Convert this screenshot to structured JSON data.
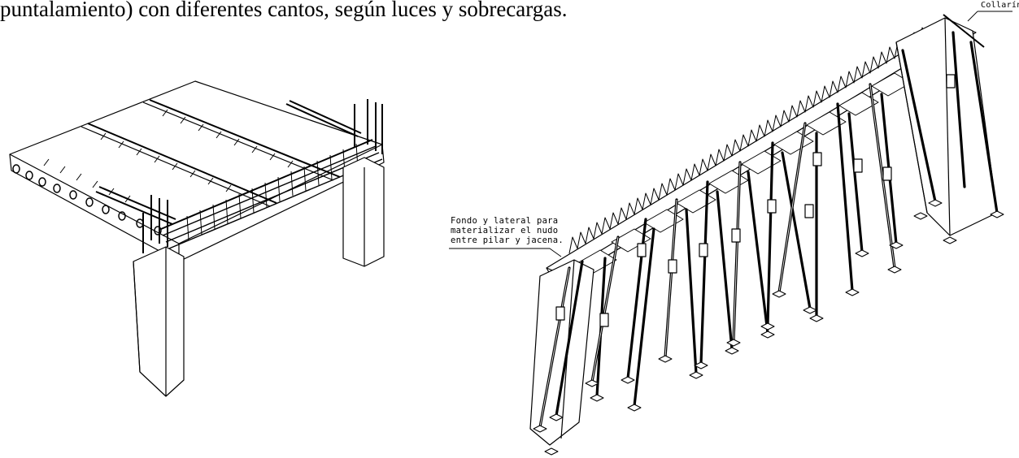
{
  "heading": "puntalamiento) con diferentes cantos, según luces y sobrecargas.",
  "annotations": {
    "collar_label": "Collarín",
    "node_note": [
      "Fondo y lateral para",
      "materializar el nudo",
      "entre pilar y jacena."
    ]
  }
}
